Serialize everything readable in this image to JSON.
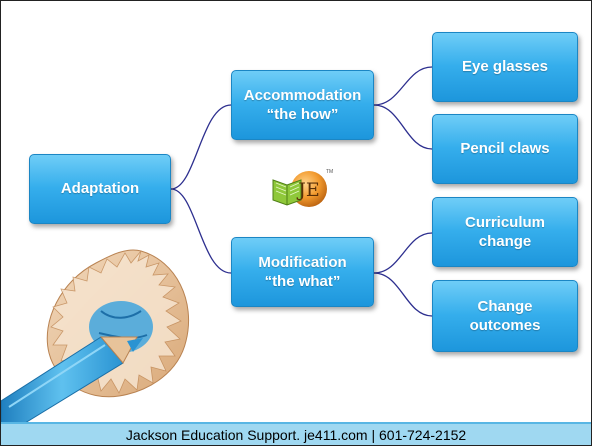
{
  "diagram": {
    "root": {
      "label": "Adaptation"
    },
    "accommodation": {
      "line1": "Accommodation",
      "line2": "“the how”"
    },
    "modification": {
      "line1": "Modification",
      "line2": "“the what”"
    },
    "leaves": {
      "eye_glasses": "Eye glasses",
      "pencil_claws": "Pencil claws",
      "curriculum_change_1": "Curriculum",
      "curriculum_change_2": "change",
      "change_outcomes_1": "Change",
      "change_outcomes_2": "outcomes"
    },
    "connector_color": "#2d2f8f",
    "node_color": "#35aeec"
  },
  "logo": {
    "letters": "JE",
    "trademark": "TM"
  },
  "footer": {
    "text": "Jackson Education Support. je411.com | 601-724-2152"
  }
}
